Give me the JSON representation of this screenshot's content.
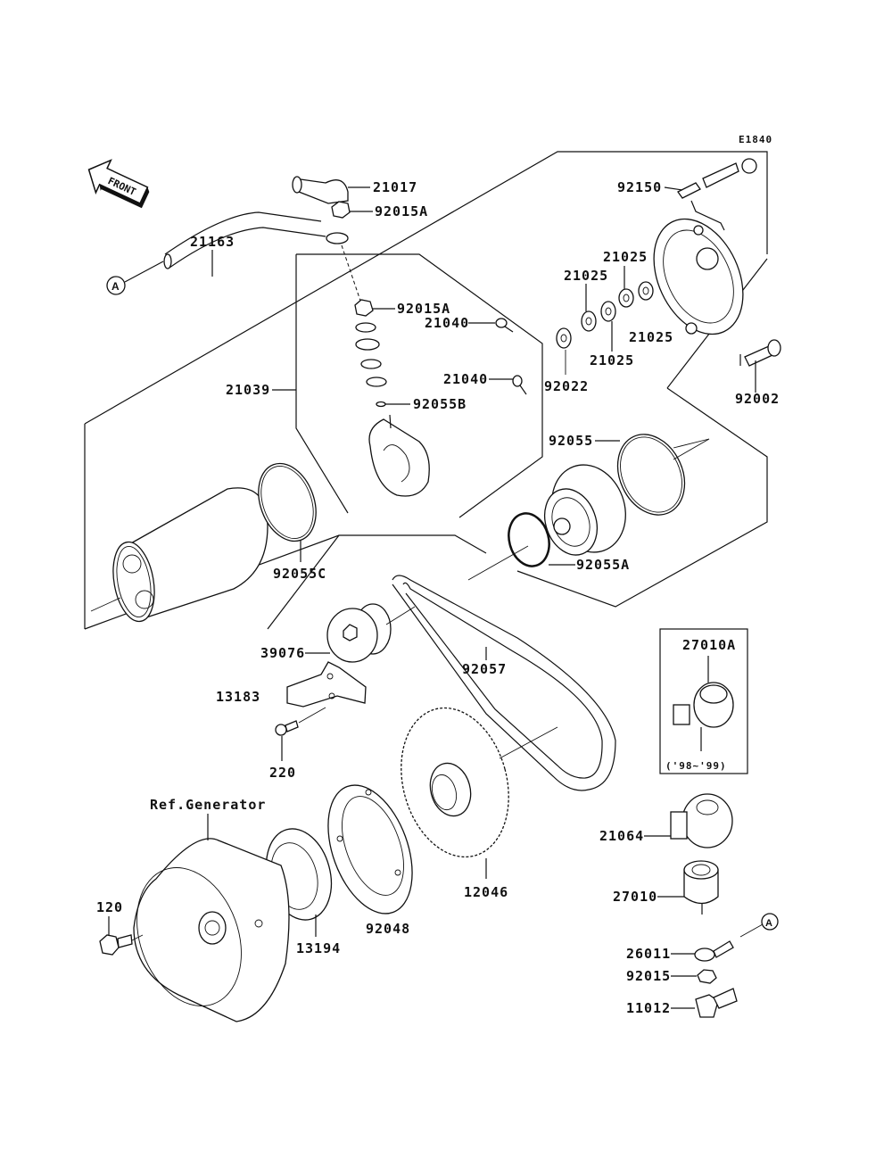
{
  "diagram": {
    "code": "E1840",
    "front_label": "FRONT",
    "ref_marker": "A",
    "inset_note": "('98~'99)",
    "ref_generator": "Ref.Generator",
    "parts": [
      {
        "id": "21017",
        "name": "cap-terminal"
      },
      {
        "id": "92015A",
        "name": "nut"
      },
      {
        "id": "92015A",
        "name": "nut-2"
      },
      {
        "id": "21163",
        "name": "starter-motor"
      },
      {
        "id": "21039",
        "name": "brush-holder"
      },
      {
        "id": "21040",
        "name": "brush"
      },
      {
        "id": "21040",
        "name": "brush-2"
      },
      {
        "id": "92055B",
        "name": "o-ring"
      },
      {
        "id": "92150",
        "name": "bolt"
      },
      {
        "id": "21025",
        "name": "shim-1"
      },
      {
        "id": "21025",
        "name": "shim-2"
      },
      {
        "id": "21025",
        "name": "shim-3"
      },
      {
        "id": "21025",
        "name": "shim-4"
      },
      {
        "id": "92022",
        "name": "washer"
      },
      {
        "id": "92002",
        "name": "bolt-2"
      },
      {
        "id": "92055",
        "name": "o-ring-2"
      },
      {
        "id": "92055A",
        "name": "o-ring-3"
      },
      {
        "id": "92055C",
        "name": "o-ring-4"
      },
      {
        "id": "39076",
        "name": "pulley"
      },
      {
        "id": "92057",
        "name": "chain"
      },
      {
        "id": "13183",
        "name": "plate"
      },
      {
        "id": "220",
        "name": "screw"
      },
      {
        "id": "27010A",
        "name": "starter-relay-inset"
      },
      {
        "id": "21064",
        "name": "coil"
      },
      {
        "id": "27010",
        "name": "starter-relay"
      },
      {
        "id": "26011",
        "name": "terminal"
      },
      {
        "id": "92015",
        "name": "nut-3"
      },
      {
        "id": "11012",
        "name": "cap"
      },
      {
        "id": "12046",
        "name": "sprocket"
      },
      {
        "id": "92048",
        "name": "clutch-housing"
      },
      {
        "id": "13194",
        "name": "one-way-clutch"
      },
      {
        "id": "120",
        "name": "bolt-3"
      }
    ]
  }
}
